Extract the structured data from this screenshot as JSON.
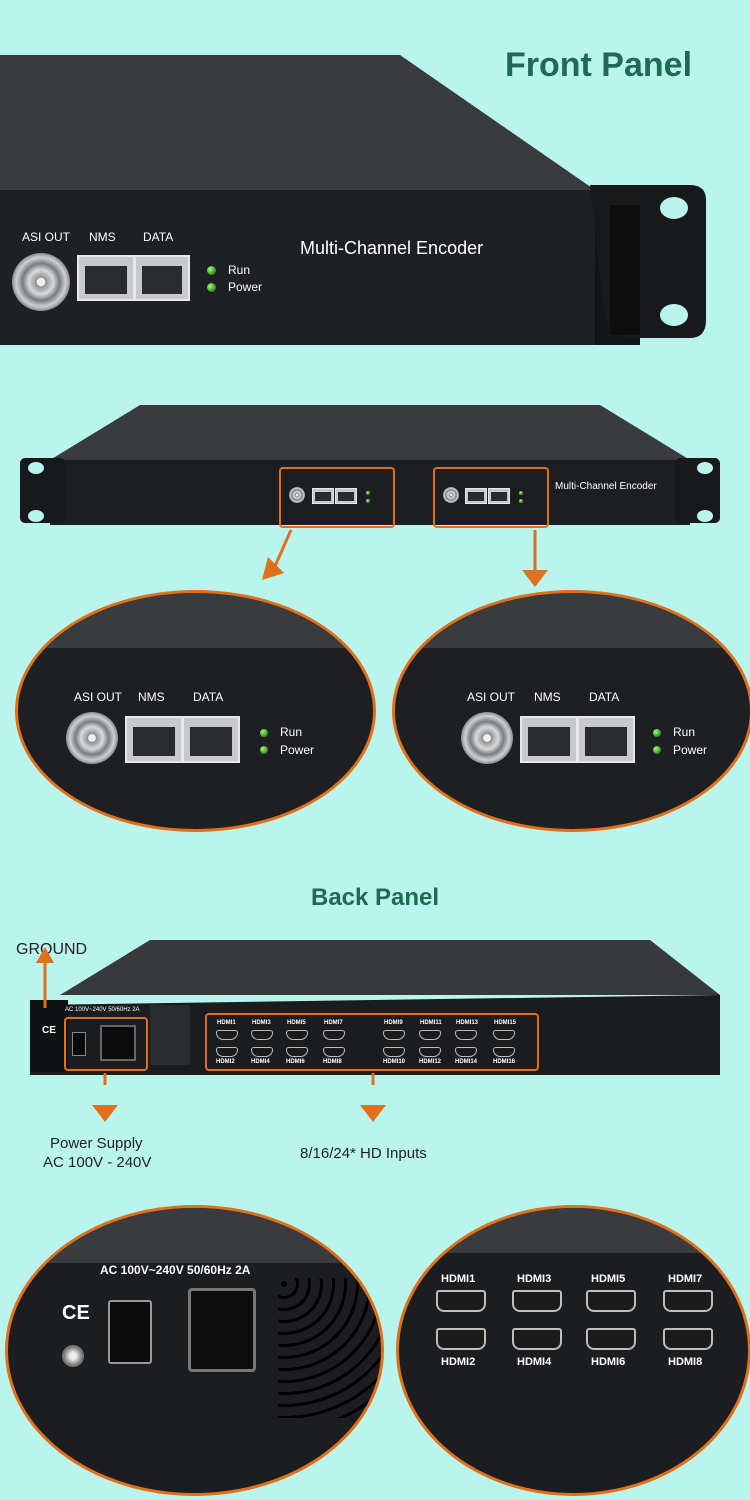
{
  "front": {
    "title": "Front Panel",
    "device_label": "Multi-Channel Encoder",
    "port_labels": {
      "asi": "ASI OUT",
      "nms": "NMS",
      "data": "DATA"
    },
    "led_labels": {
      "run": "Run",
      "power": "Power"
    }
  },
  "back": {
    "title": "Back Panel",
    "ground_label": "GROUND",
    "power_supply": {
      "line1": "Power Supply",
      "line2": "AC 100V - 240V"
    },
    "inputs_label": "8/16/24* HD Inputs",
    "ac_rating": "AC 100V~240V 50/60Hz 2A",
    "ce_mark": "CE",
    "hdmi_top": [
      "HDMI1",
      "HDMI3",
      "HDMI5",
      "HDMI7",
      "HDMI9",
      "HDMI11",
      "HDMI13",
      "HDMI15"
    ],
    "hdmi_bottom": [
      "HDMI2",
      "HDMI4",
      "HDMI6",
      "HDMI8",
      "HDMI10",
      "HDMI12",
      "HDMI14",
      "HDMI16"
    ],
    "zoom_top": [
      "HDMI1",
      "HDMI3",
      "HDMI5",
      "HDMI7"
    ],
    "zoom_bottom": [
      "HDMI2",
      "HDMI4",
      "HDMI6",
      "HDMI8"
    ]
  },
  "colors": {
    "background": "#b9f5ec",
    "title": "#1f6a52",
    "arrow": "#e0701a",
    "chassis": "#1e1f22"
  }
}
